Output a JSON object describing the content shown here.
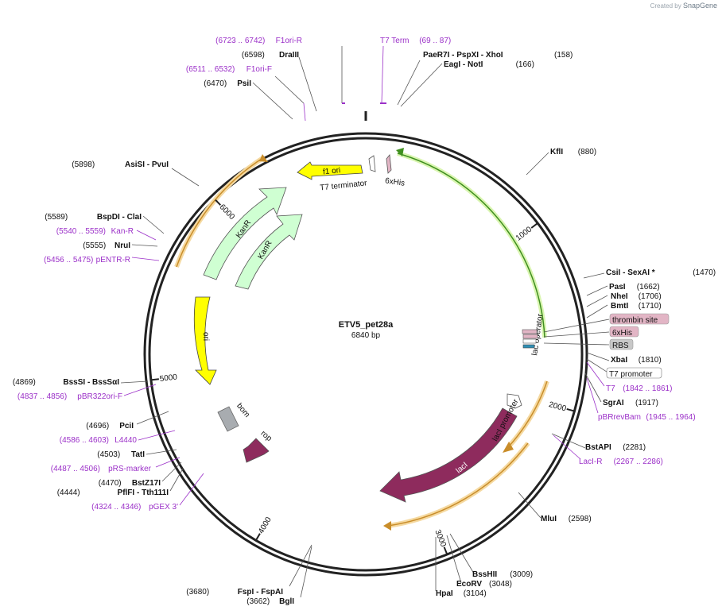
{
  "credit": {
    "prefix": "Created by",
    "brand": "SnapGene"
  },
  "plasmid": {
    "name": "ETV5_pet28a",
    "size_label": "6840 bp",
    "length": 6840
  },
  "ticks": [
    {
      "pos": 1000,
      "label": "1000"
    },
    {
      "pos": 2000,
      "label": "2000"
    },
    {
      "pos": 3000,
      "label": "3000"
    },
    {
      "pos": 4000,
      "label": "4000"
    },
    {
      "pos": 5000,
      "label": "5000"
    },
    {
      "pos": 6000,
      "label": "6000"
    }
  ],
  "colors": {
    "accent_primer": "#9b30c8",
    "text": "#111111",
    "backbone": "#222222"
  },
  "features": [
    {
      "name": "f1 ori",
      "type": "arrow",
      "color": "#ffff00"
    },
    {
      "name": "KanR",
      "type": "arrow",
      "color": "#cfffd2"
    },
    {
      "name": "KanR",
      "type": "arrow",
      "color": "#cfffd2"
    },
    {
      "name": "ori",
      "type": "arrow",
      "color": "#ffff00"
    },
    {
      "name": "bom",
      "type": "box",
      "color": "#a8acb0"
    },
    {
      "name": "rop",
      "type": "arrow",
      "color": "#8e2b5d"
    },
    {
      "name": "lacI",
      "type": "arrow",
      "color": "#8e2b5d"
    },
    {
      "name": "lacI promoter",
      "type": "arrow",
      "color": "#ffffff"
    },
    {
      "name": "lac operator",
      "type": "box",
      "color": "#ffffff"
    },
    {
      "name": "T7 terminator",
      "type": "arrow",
      "color": "#ffffff"
    },
    {
      "name": "6xHis",
      "type": "arrow",
      "color": "#e2b5c5"
    }
  ],
  "left_labels": [
    {
      "pos": "(6723 .. 6742)",
      "name": "F1ori-R",
      "kind": "primer"
    },
    {
      "pos": "(6598)",
      "name": "DraIII",
      "kind": "enzyme"
    },
    {
      "pos": "(6511 .. 6532)",
      "name": "F1ori-F",
      "kind": "primer"
    },
    {
      "pos": "(6470)",
      "name": "PsiI",
      "kind": "enzyme"
    },
    {
      "pos": "(5898)",
      "name": "AsiSI   - PvuI",
      "kind": "enzyme"
    },
    {
      "pos": "(5589)",
      "name": "BspDI   - ClaI",
      "kind": "enzyme"
    },
    {
      "pos": "(5540 .. 5559)",
      "name": "Kan-R",
      "kind": "primer"
    },
    {
      "pos": "(5555)",
      "name": "NruI",
      "kind": "enzyme"
    },
    {
      "pos": "(5456 .. 5475)",
      "name": "pENTR-R",
      "kind": "primer"
    },
    {
      "pos": "(4869)",
      "name": "BssSI   - BssSαI",
      "kind": "enzyme"
    },
    {
      "pos": "(4837 .. 4856)",
      "name": "pBR322ori-F",
      "kind": "primer"
    },
    {
      "pos": "(4696)",
      "name": "PciI",
      "kind": "enzyme"
    },
    {
      "pos": "(4586 .. 4603)",
      "name": "L4440",
      "kind": "primer"
    },
    {
      "pos": "(4503)",
      "name": "TatI",
      "kind": "enzyme"
    },
    {
      "pos": "(4487 .. 4506)",
      "name": "pRS-marker",
      "kind": "primer"
    },
    {
      "pos": "(4470)",
      "name": "BstZ17I",
      "kind": "enzyme"
    },
    {
      "pos": "(4444)",
      "name": "PflFI   - Tth111I",
      "kind": "enzyme"
    },
    {
      "pos": "(4324 .. 4346)",
      "name": "pGEX 3'",
      "kind": "primer"
    },
    {
      "pos": "(3680)",
      "name": "FspI   - FspAI",
      "kind": "enzyme"
    },
    {
      "pos": "(3662)",
      "name": "BglI",
      "kind": "enzyme"
    }
  ],
  "right_labels": [
    {
      "name": "T7 Term",
      "pos": "(69 .. 87)",
      "kind": "primer"
    },
    {
      "name": "PaeR7I   - PspXI   - XhoI",
      "pos": "(158)",
      "kind": "enzyme"
    },
    {
      "name": "EagI   - NotI",
      "pos": "(166)",
      "kind": "enzyme"
    },
    {
      "name": "KflI",
      "pos": "(880)",
      "kind": "enzyme"
    },
    {
      "name": "CsiI   - SexAI *",
      "pos": "(1470)",
      "kind": "enzyme"
    },
    {
      "name": "PasI",
      "pos": "(1662)",
      "kind": "enzyme"
    },
    {
      "name": "NheI",
      "pos": "(1706)",
      "kind": "enzyme"
    },
    {
      "name": "BmtI",
      "pos": "(1710)",
      "kind": "enzyme"
    },
    {
      "name": "thrombin site",
      "pos": "",
      "kind": "feature"
    },
    {
      "name": "6xHis",
      "pos": "",
      "kind": "feature"
    },
    {
      "name": "RBS",
      "pos": "",
      "kind": "feature"
    },
    {
      "name": "XbaI",
      "pos": "(1810)",
      "kind": "enzyme"
    },
    {
      "name": "T7 promoter",
      "pos": "",
      "kind": "feature"
    },
    {
      "name": "T7",
      "pos": "(1842 .. 1861)",
      "kind": "primer"
    },
    {
      "name": "SgrAI",
      "pos": "(1917)",
      "kind": "enzyme"
    },
    {
      "name": "pBRrevBam",
      "pos": "(1945 .. 1964)",
      "kind": "primer"
    },
    {
      "name": "BstAPI",
      "pos": "(2281)",
      "kind": "enzyme"
    },
    {
      "name": "LacI-R",
      "pos": "(2267 .. 2286)",
      "kind": "primer"
    },
    {
      "name": "MluI",
      "pos": "(2598)",
      "kind": "enzyme"
    },
    {
      "name": "BssHII",
      "pos": "(3009)",
      "kind": "enzyme"
    },
    {
      "name": "EcoRV",
      "pos": "(3048)",
      "kind": "enzyme"
    },
    {
      "name": "HpaI",
      "pos": "(3104)",
      "kind": "enzyme"
    }
  ]
}
